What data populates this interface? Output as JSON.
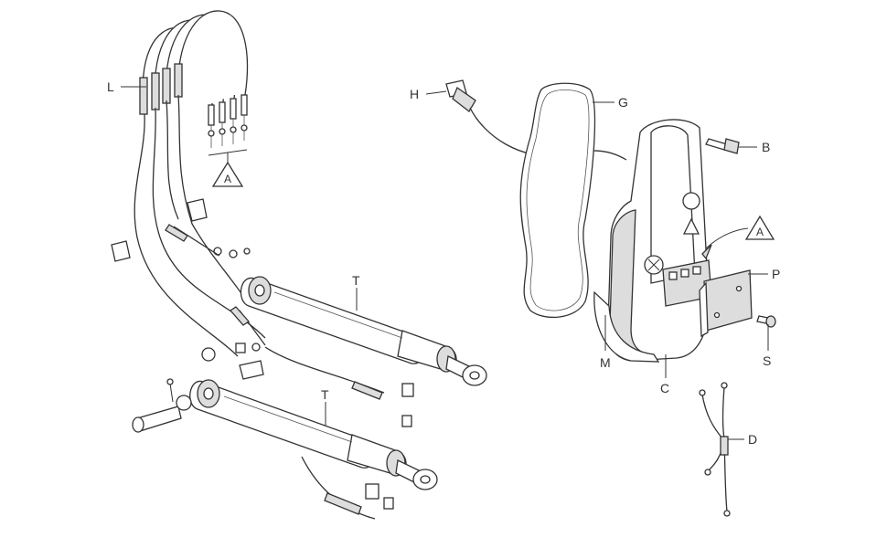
{
  "callouts": {
    "L": "L",
    "H": "H",
    "G": "G",
    "B": "B",
    "A_top": "A",
    "A_right": "A",
    "P": "P",
    "S": "S",
    "M": "M",
    "C": "C",
    "T_upper": "T",
    "T_lower": "T",
    "D": "D"
  },
  "colors": {
    "line": "#333333",
    "shade": "#dddddd",
    "background": "#ffffff"
  }
}
